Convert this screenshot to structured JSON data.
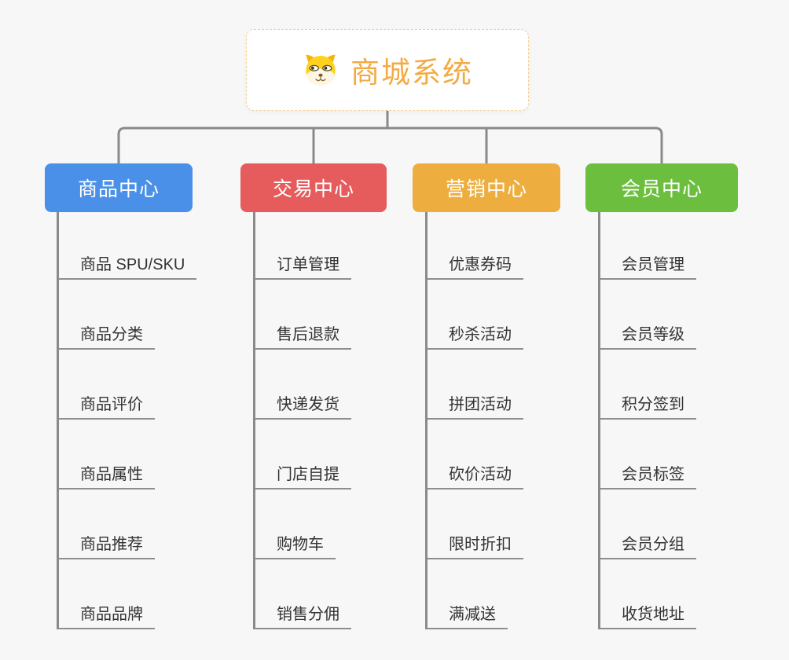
{
  "app": {
    "background_color": "#f7f7f7",
    "connector_color": "#8a8a8a"
  },
  "root": {
    "label": "商城系统",
    "icon": "dog-icon",
    "text_color": "#f2ab44",
    "border_color": "#f3cd92"
  },
  "branches": [
    {
      "label": "商品中心",
      "color": "#4a90e8",
      "children": [
        "商品 SPU/SKU",
        "商品分类",
        "商品评价",
        "商品属性",
        "商品推荐",
        "商品品牌"
      ]
    },
    {
      "label": "交易中心",
      "color": "#e65c5c",
      "children": [
        "订单管理",
        "售后退款",
        "快递发货",
        "门店自提",
        "购物车",
        "销售分佣"
      ]
    },
    {
      "label": "营销中心",
      "color": "#eeae3f",
      "children": [
        "优惠券码",
        "秒杀活动",
        "拼团活动",
        "砍价活动",
        "限时折扣",
        "满减送"
      ]
    },
    {
      "label": "会员中心",
      "color": "#6cbe3e",
      "children": [
        "会员管理",
        "会员等级",
        "积分签到",
        "会员标签",
        "会员分组",
        "收货地址"
      ]
    }
  ]
}
